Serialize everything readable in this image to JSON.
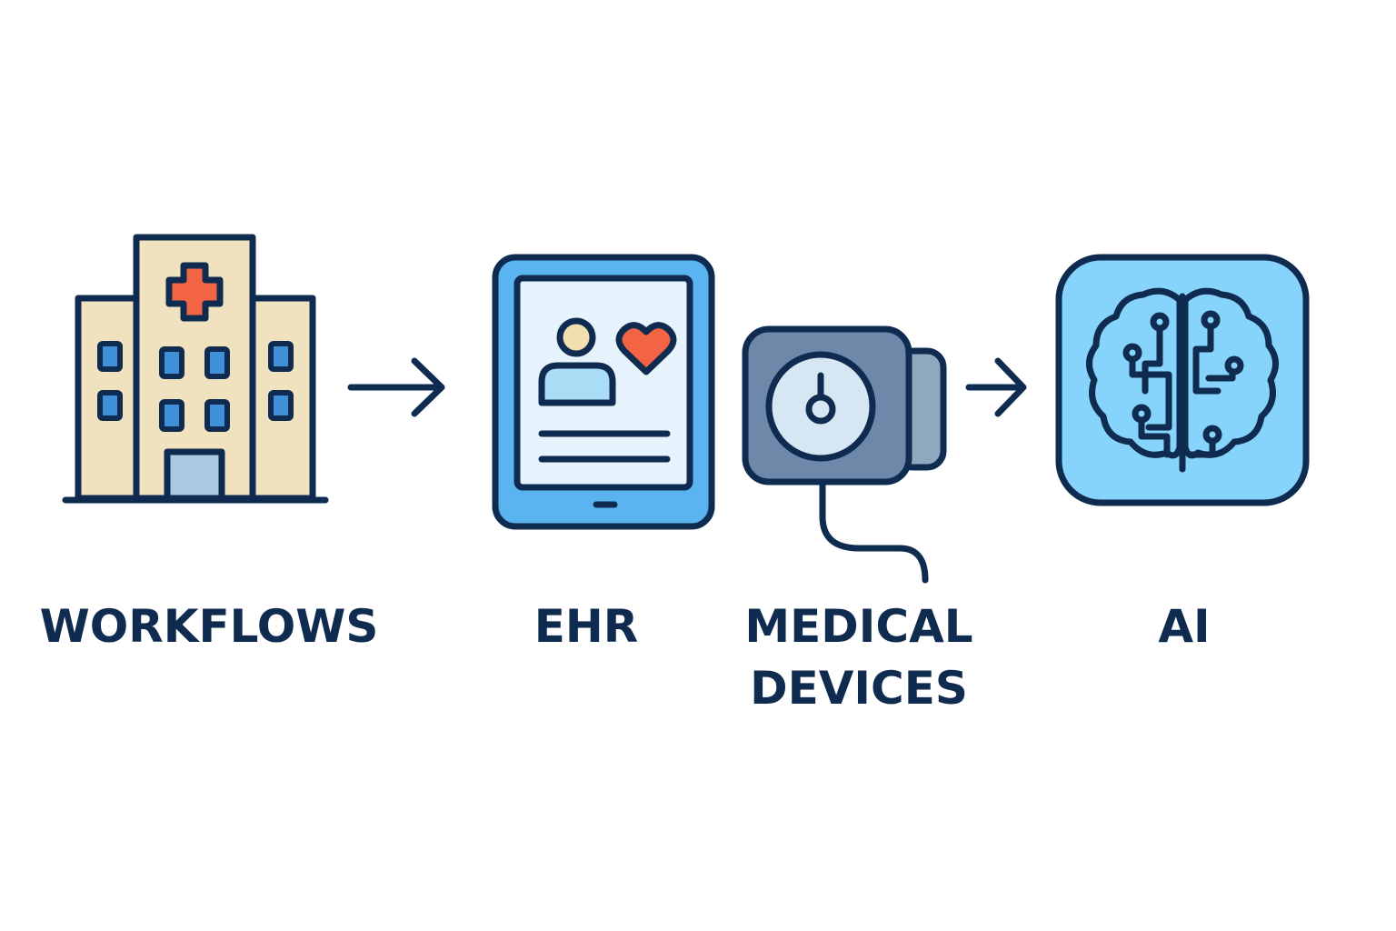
{
  "steps": [
    {
      "label": "WORKFLOWS",
      "icon": "hospital-icon"
    },
    {
      "label": "EHR",
      "icon": "tablet-record-icon"
    },
    {
      "label_line1": "MEDICAL",
      "label_line2": "DEVICES",
      "icon": "blood-pressure-monitor-icon"
    },
    {
      "label": "AI",
      "icon": "brain-circuit-icon"
    }
  ],
  "colors": {
    "outline": "#0f2b4f",
    "building": "#f0e2bf",
    "cross": "#f26444",
    "window": "#3f8fd9",
    "tablet": "#5ab4f0",
    "screen": "#e6f3fc",
    "device": "#6d88a8",
    "ai_bg": "#86d3fb"
  }
}
